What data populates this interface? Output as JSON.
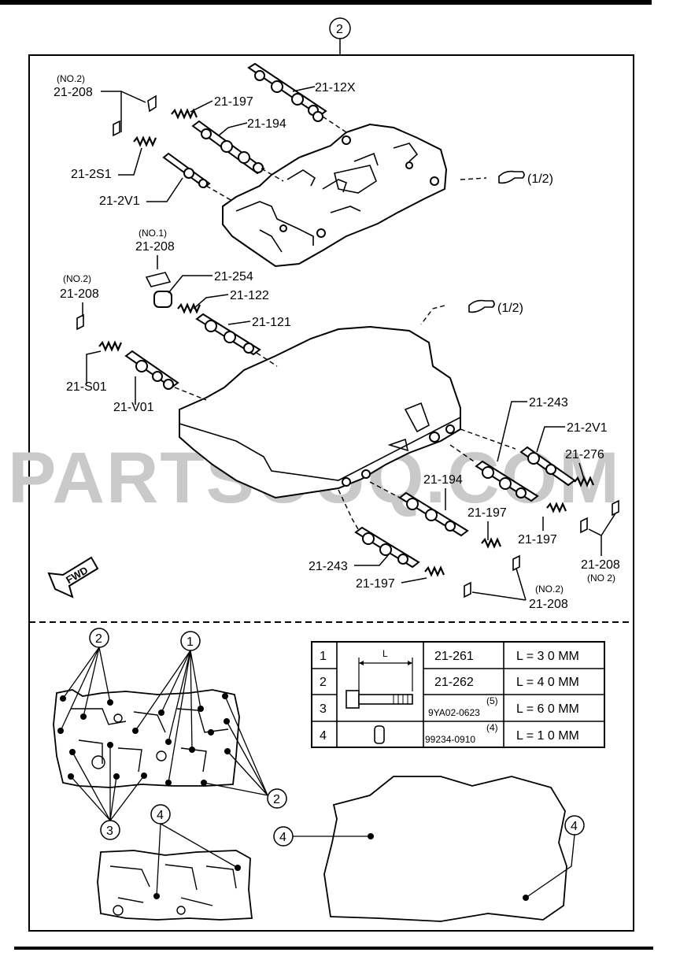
{
  "callout_top": "2",
  "labels": {
    "no2_a_note": "(NO.2)",
    "no2_a_part": "21-208",
    "p_21_197_a": "21-197",
    "p_21_12x": "21-12X",
    "p_21_194_a": "21-194",
    "p_21_2s1": "21-2S1",
    "p_21_2v1_a": "21-2V1",
    "ref_upper": "(1/2)",
    "no1_note": "(NO.1)",
    "no1_part": "21-208",
    "no2_b_note": "(NO.2)",
    "no2_b_part": "21-208",
    "p_21_254": "21-254",
    "p_21_122": "21-122",
    "p_21_121": "21-121",
    "ref_lower": "(1/2)",
    "p_21_s01": "21-S01",
    "p_21_v01": "21-V01",
    "p_21_243_a": "21-243",
    "p_21_2v1_b": "21-2V1",
    "p_21_276": "21-276",
    "p_21_194_b": "21-194",
    "p_21_197_b": "21-197",
    "p_21_197_c": "21-197",
    "p_21_208_c": "21-208",
    "no2_c_note": "(NO 2)",
    "p_21_243_b": "21-243",
    "p_21_197_d": "21-197",
    "no2_d_note": "(NO.2)",
    "p_21_208_d": "21-208",
    "fwd": "FWD"
  },
  "bottom_callouts": {
    "c2_top": "2",
    "c1_top": "1",
    "c2_right": "2",
    "c3": "3",
    "c4_left": "4",
    "c4_gasket_left": "4",
    "c4_gasket_right": "4"
  },
  "bolt_table": {
    "dim_label": "L",
    "rows": [
      {
        "idx": "1",
        "part": "21-261",
        "note": "",
        "length": "L = 3 0 MM"
      },
      {
        "idx": "2",
        "part": "21-262",
        "note": "",
        "length": "L = 4 0 MM"
      },
      {
        "idx": "3",
        "part": "9YA02-0623",
        "note": "(5)",
        "length": "L = 6 0 MM"
      },
      {
        "idx": "4",
        "part": "99234-0910",
        "note": "(4)",
        "length": "L = 1 0 MM"
      }
    ]
  },
  "watermark": "PARTSOUQ.COM"
}
